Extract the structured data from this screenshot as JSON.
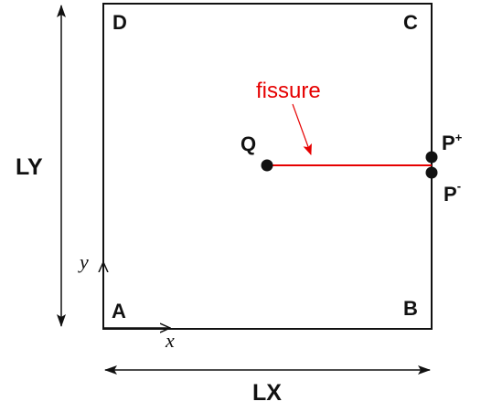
{
  "corners": {
    "a": "A",
    "b": "B",
    "c": "C",
    "d": "D"
  },
  "dimensions": {
    "lx": "LX",
    "ly": "LY"
  },
  "axes": {
    "x": "x",
    "y": "y"
  },
  "points": {
    "q": "Q",
    "p_plus": {
      "base": "P",
      "sup": "+"
    },
    "p_minus": {
      "base": "P",
      "sup": "-"
    }
  },
  "fissure": {
    "label": "fissure"
  },
  "colors": {
    "stroke": "#111111",
    "fissure": "#e60000"
  }
}
